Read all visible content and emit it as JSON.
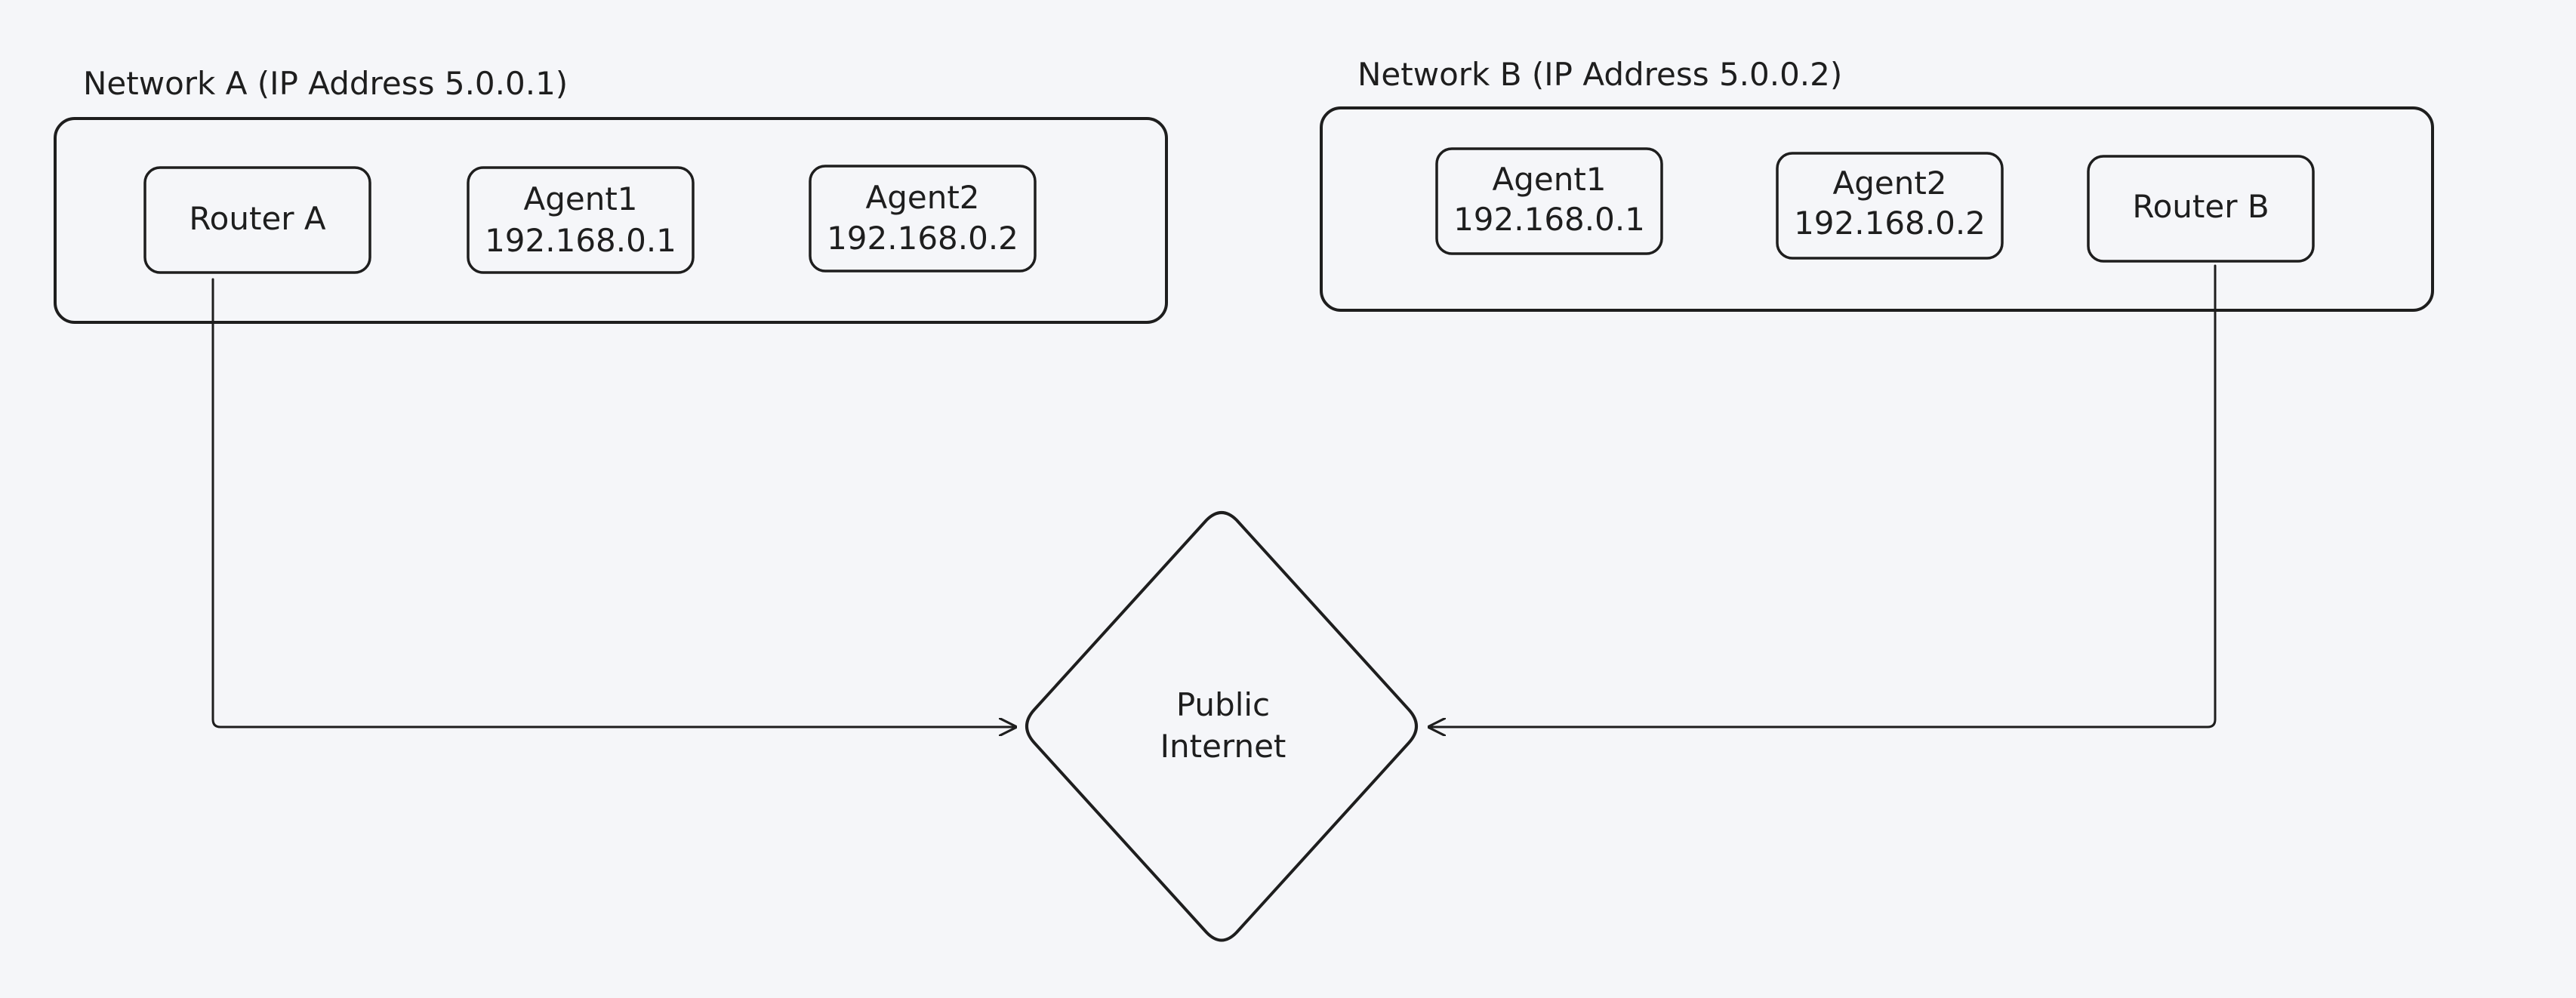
{
  "colors": {
    "background": "#f5f6f9",
    "stroke": "#1e1e1e",
    "network_a_fill": "#a5d0fb",
    "network_b_fill": "#fbe68f",
    "internet_fill": "#b2efb2"
  },
  "network_a": {
    "label": "Network A (IP Address 5.0.0.1)",
    "router": {
      "line1": "Router A"
    },
    "agent1": {
      "line1": "Agent1",
      "line2": "192.168.0.1"
    },
    "agent2": {
      "line1": "Agent2",
      "line2": "192.168.0.2"
    }
  },
  "network_b": {
    "label": "Network B (IP Address 5.0.0.2)",
    "agent1": {
      "line1": "Agent1",
      "line2": "192.168.0.1"
    },
    "agent2": {
      "line1": "Agent2",
      "line2": "192.168.0.2"
    },
    "router": {
      "line1": "Router B"
    }
  },
  "internet": {
    "line1": "Public",
    "line2": "Internet"
  }
}
